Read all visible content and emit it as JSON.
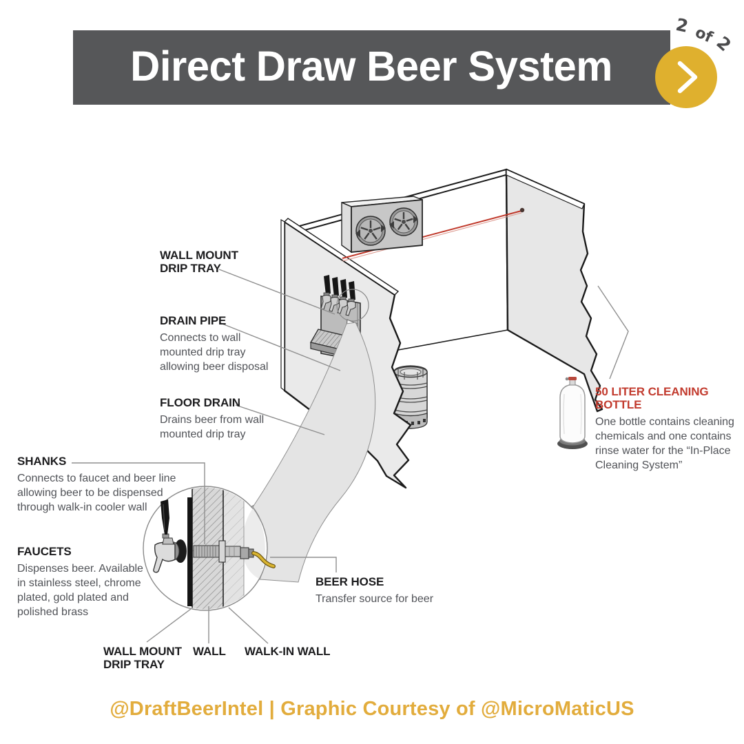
{
  "header": {
    "title": "Direct Draw Beer System",
    "page_indicator": "2 of 2",
    "page_indicator_parts": [
      "2",
      "of",
      "2"
    ]
  },
  "footer": {
    "credit": "@DraftBeerIntel | Graphic Courtesy of @MicroMaticUS"
  },
  "callouts": {
    "wall_mount_drip_tray_upper": {
      "title": "WALL MOUNT DRIP TRAY"
    },
    "drain_pipe": {
      "title": "DRAIN PIPE",
      "body": "Connects to wall mounted drip tray allowing beer disposal"
    },
    "floor_drain": {
      "title": "FLOOR DRAIN",
      "body": "Drains beer from wall mounted drip tray"
    },
    "shanks": {
      "title": "SHANKS",
      "body": "Connects to faucet and beer line allowing beer to be dispensed through walk-in cooler wall"
    },
    "faucets": {
      "title": "FAUCETS",
      "body": "Dispenses beer. Available in stainless steel, chrome plated, gold plated and polished brass"
    },
    "beer_hose": {
      "title": "BEER HOSE",
      "body": "Transfer source for beer"
    },
    "cleaning_bottle": {
      "title": "50 LITER CLEANING BOTTLE",
      "body": "One bottle contains cleaning chemicals and one contains rinse water for the “In-Place Cleaning System”"
    },
    "wall_mount_drip_tray_lower": {
      "title": "WALL MOUNT DRIP TRAY"
    },
    "wall": {
      "title": "WALL"
    },
    "walk_in_wall": {
      "title": "WALK-IN WALL"
    }
  },
  "colors": {
    "header_bar": "#565759",
    "accent_yellow": "#DFB02E",
    "footer_gold": "#E2AC3C",
    "heading_red": "#C23B2E",
    "label_black": "#1C1C1E",
    "body_gray": "#505257",
    "leader_gray": "#8F8F8F",
    "beer_line_red": "#C0392B",
    "hose_yellow": "#D9B430"
  },
  "icons": {
    "next_arrow": "chevron-right"
  }
}
